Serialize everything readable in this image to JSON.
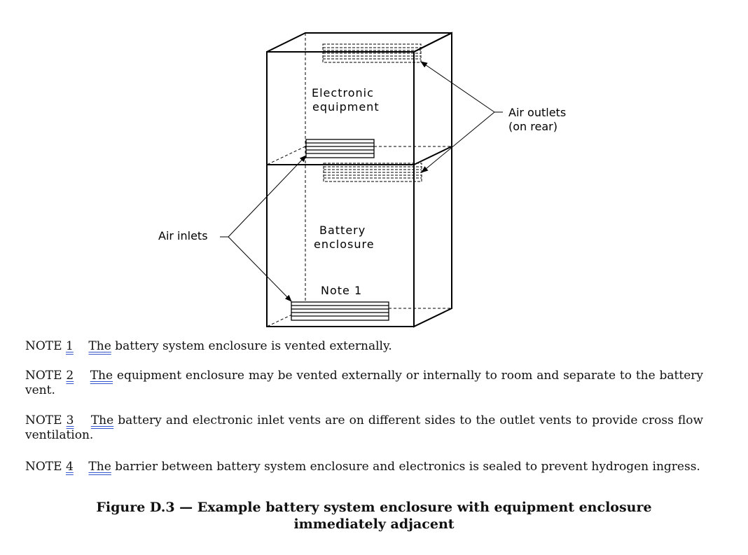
{
  "diagram": {
    "labels": {
      "electronic_line1": "Electronic",
      "electronic_line2": "equipment",
      "air_outlets_line1": "Air outlets",
      "air_outlets_line2": "(on rear)",
      "air_inlets": "Air inlets",
      "battery_line1": "Battery",
      "battery_line2": "enclosure",
      "note_callout": "Note 1"
    }
  },
  "notes": [
    {
      "prefix": "NOTE ",
      "number": "1",
      "the": "The",
      "text": " battery system enclosure is vented externally."
    },
    {
      "prefix": "NOTE ",
      "number": "2",
      "the": "The",
      "text": " equipment enclosure may be vented externally or internally to room and separate to the battery vent."
    },
    {
      "prefix": "NOTE ",
      "number": "3",
      "the": "The",
      "text": " battery and electronic inlet vents are on different sides to the outlet vents to provide cross flow ventilation."
    },
    {
      "prefix": "NOTE ",
      "number": "4",
      "the": "The",
      "text": " barrier between battery system enclosure and electronics is sealed to prevent hydrogen ingress."
    }
  ],
  "caption": {
    "line1": "Figure D.3 — Example battery system enclosure with equipment enclosure",
    "line2": "immediately adjacent"
  }
}
